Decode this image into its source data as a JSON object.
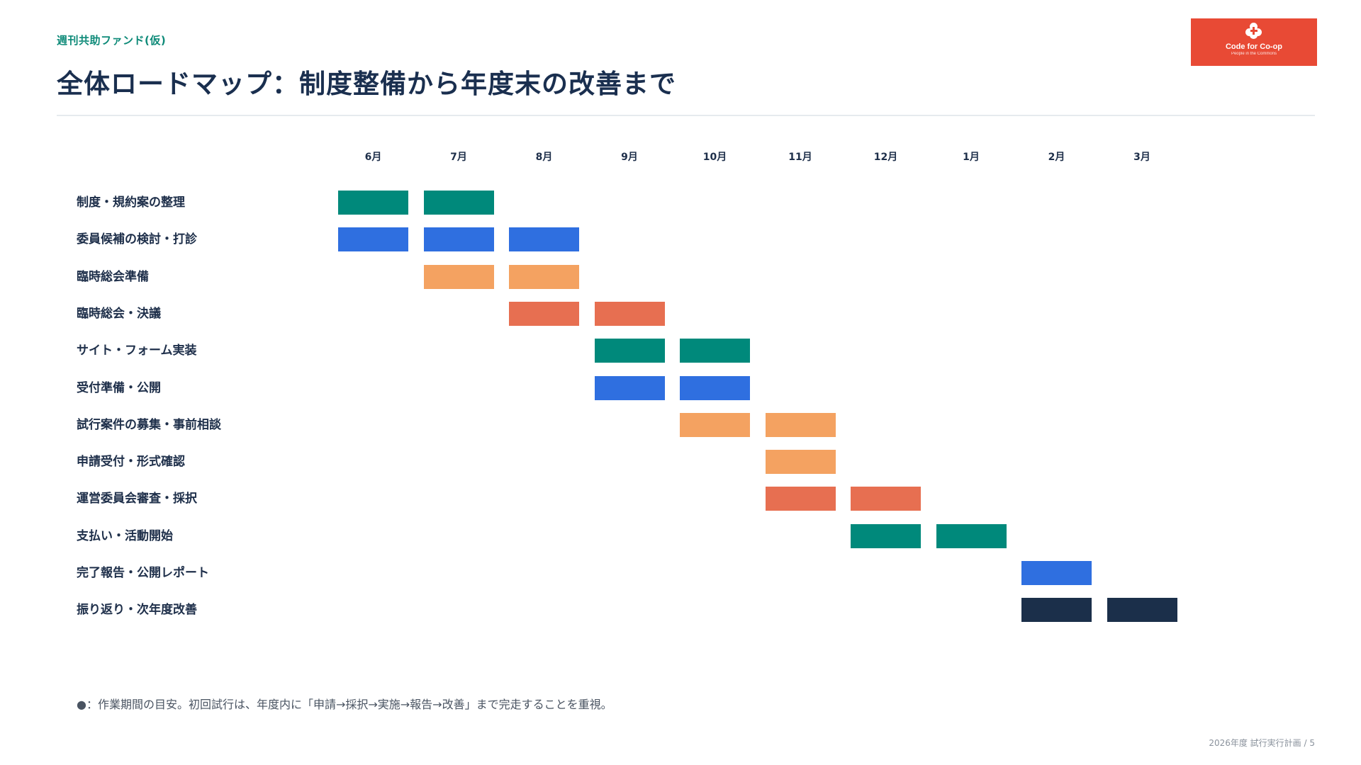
{
  "header": {
    "brand": "週刊共助ファンド(仮)",
    "title": "全体ロードマップ：制度整備から年度末の改善まで",
    "logo_text": "Code for Co-op",
    "logo_sub": "People in the Commons"
  },
  "roadmap": {
    "months": [
      "6月",
      "7月",
      "8月",
      "9月",
      "10月",
      "11月",
      "12月",
      "1月",
      "2月",
      "3月"
    ],
    "tasks": [
      {
        "label": "制度・規約案の整理",
        "months": [
          0,
          1
        ],
        "category": "teal"
      },
      {
        "label": "委員候補の検討・打診",
        "months": [
          0,
          1,
          2
        ],
        "category": "blue"
      },
      {
        "label": "臨時総会準備",
        "months": [
          1,
          2
        ],
        "category": "orange"
      },
      {
        "label": "臨時総会・決議",
        "months": [
          2,
          3
        ],
        "category": "red"
      },
      {
        "label": "サイト・フォーム実装",
        "months": [
          3,
          4
        ],
        "category": "teal"
      },
      {
        "label": "受付準備・公開",
        "months": [
          3,
          4
        ],
        "category": "blue"
      },
      {
        "label": "試行案件の募集・事前相談",
        "months": [
          4,
          5
        ],
        "category": "orange"
      },
      {
        "label": "申請受付・形式確認",
        "months": [
          5
        ],
        "category": "orange"
      },
      {
        "label": "運営委員会審査・採択",
        "months": [
          5,
          6
        ],
        "category": "red"
      },
      {
        "label": "支払い・活動開始",
        "months": [
          6,
          7
        ],
        "category": "teal"
      },
      {
        "label": "完了報告・公開レポート",
        "months": [
          8
        ],
        "category": "blue"
      },
      {
        "label": "振り返り・次年度改善",
        "months": [
          8,
          9
        ],
        "category": "navy"
      }
    ],
    "colors": {
      "teal": "#00897b",
      "blue": "#2f6fe0",
      "orange": "#f4a261",
      "red": "#e76f51",
      "navy": "#1b2f4a"
    }
  },
  "footnote": "●：作業期間の目安。初回試行は、年度内に「申請→採択→実施→報告→改善」まで完走することを重視。",
  "footer": "2026年度 試行実行計画 / 5"
}
